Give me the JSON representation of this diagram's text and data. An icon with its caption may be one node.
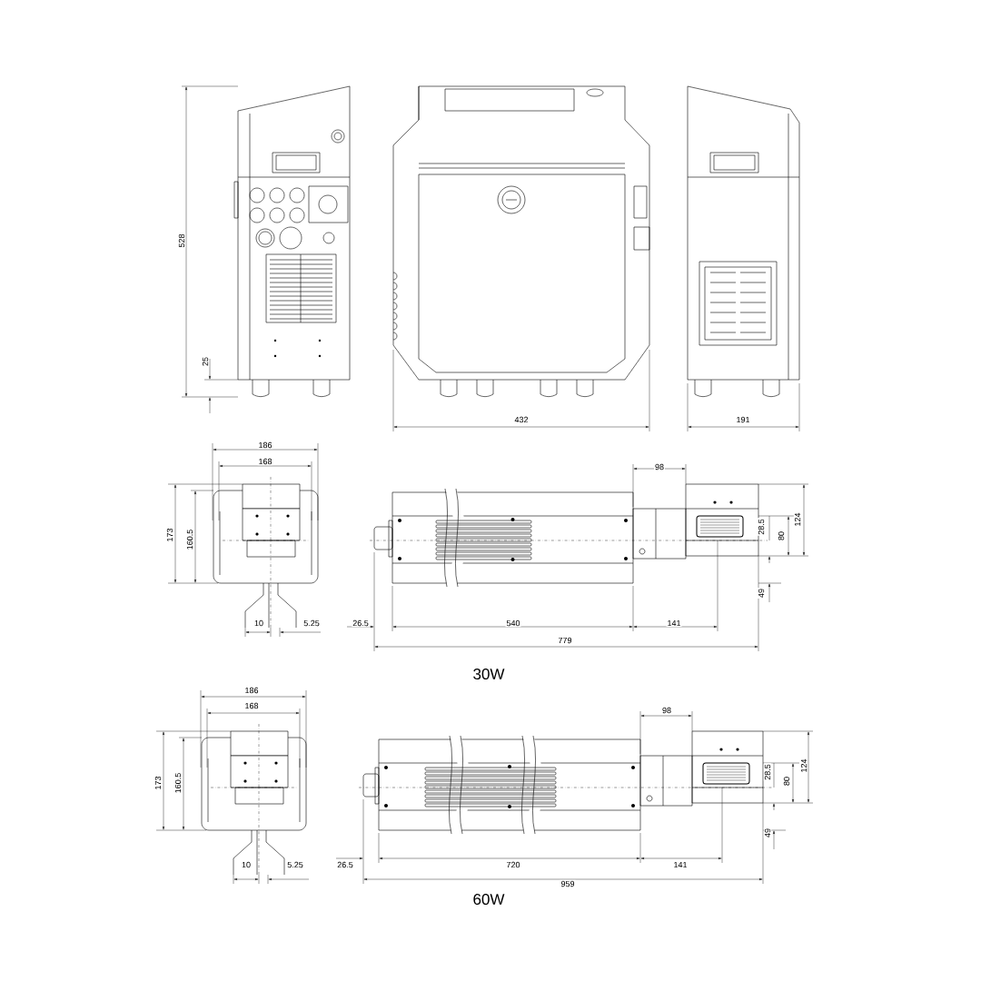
{
  "diagram": {
    "labels": [
      "528",
      "25",
      "432",
      "191",
      "186",
      "168",
      "173",
      "160.5",
      "98",
      "28.5",
      "80",
      "124",
      "49",
      "10",
      "5.25",
      "26.5",
      "540",
      "141",
      "779",
      "30W",
      "186",
      "168",
      "173",
      "160.5",
      "98",
      "28.5",
      "80",
      "124",
      "49",
      "10",
      "5.25",
      "26.5",
      "720",
      "141",
      "959",
      "60W"
    ]
  }
}
